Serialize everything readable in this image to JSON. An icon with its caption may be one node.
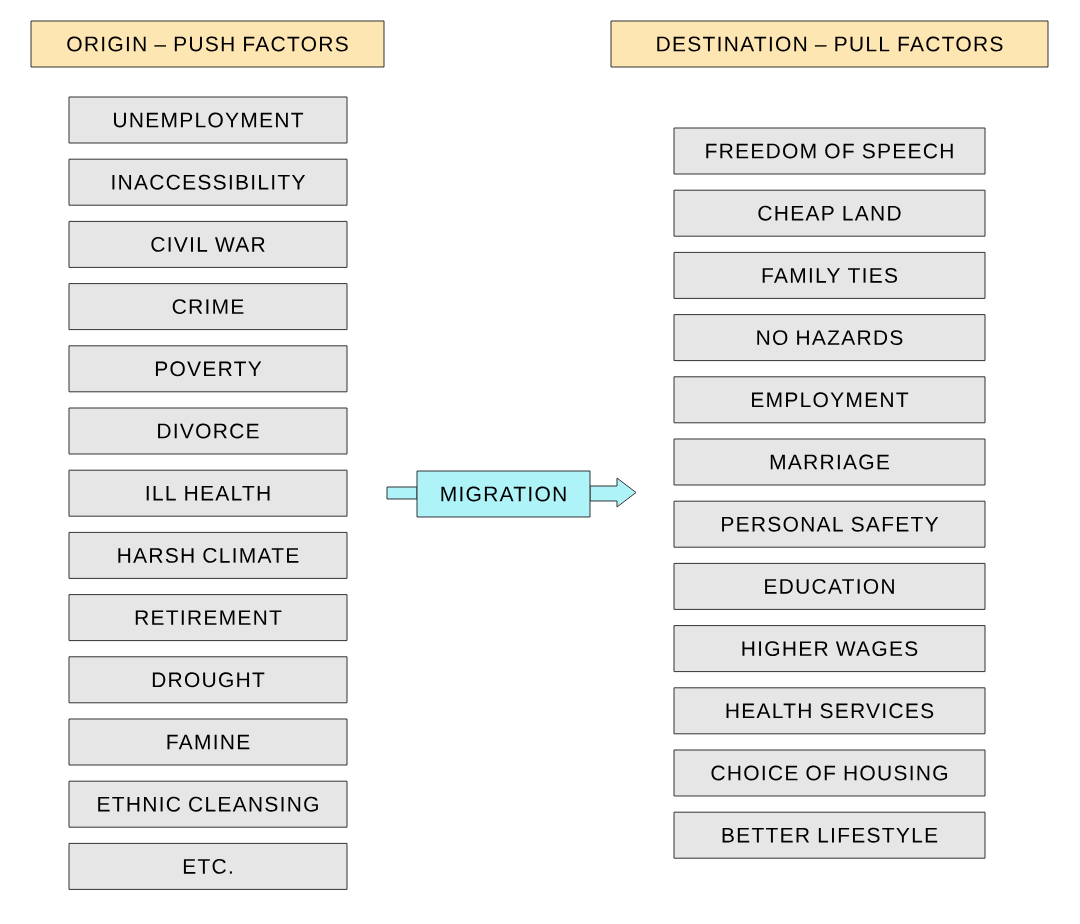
{
  "diagram": {
    "nodes": [
      {
        "text": [
          "ORIGIN – PUSH FACTORS"
        ]
      },
      {
        "text": [
          "DESTINATION – PULL FACTORS"
        ]
      },
      {
        "text": [
          "UNEMPLOYMENT"
        ]
      },
      {
        "text": [
          "INACCESSIBILITY"
        ]
      },
      {
        "text": [
          "CIVIL WAR"
        ]
      },
      {
        "text": [
          "CRIME"
        ]
      },
      {
        "text": [
          "POVERTY"
        ]
      },
      {
        "text": [
          "DIVORCE"
        ]
      },
      {
        "text": [
          "ILL HEALTH"
        ]
      },
      {
        "text": [
          "HARSH CLIMATE"
        ]
      },
      {
        "text": [
          "RETIREMENT"
        ]
      },
      {
        "text": [
          "DROUGHT"
        ]
      },
      {
        "text": [
          "FAMINE"
        ]
      },
      {
        "text": [
          "ETHNIC CLEANSING"
        ]
      },
      {
        "text": [
          "ETC."
        ]
      },
      {
        "text": [
          "MIGRATION"
        ]
      },
      {
        "text": [
          "FREEDOM OF SPEECH"
        ]
      },
      {
        "text": [
          "CHEAP LAND"
        ]
      },
      {
        "text": [
          "FAMILY TIES"
        ]
      },
      {
        "text": [
          "NO HAZARDS"
        ]
      },
      {
        "text": [
          "EMPLOYMENT"
        ]
      },
      {
        "text": [
          "MARRIAGE"
        ]
      },
      {
        "text": [
          "PERSONAL SAFETY"
        ]
      },
      {
        "text": [
          "EDUCATION"
        ]
      },
      {
        "text": [
          "HIGHER WAGES"
        ]
      },
      {
        "text": [
          "HEALTH SERVICES"
        ]
      },
      {
        "text": [
          "CHOICE OF HOUSING"
        ]
      },
      {
        "text": [
          "BETTER LIFESTYLE"
        ]
      }
    ]
  }
}
